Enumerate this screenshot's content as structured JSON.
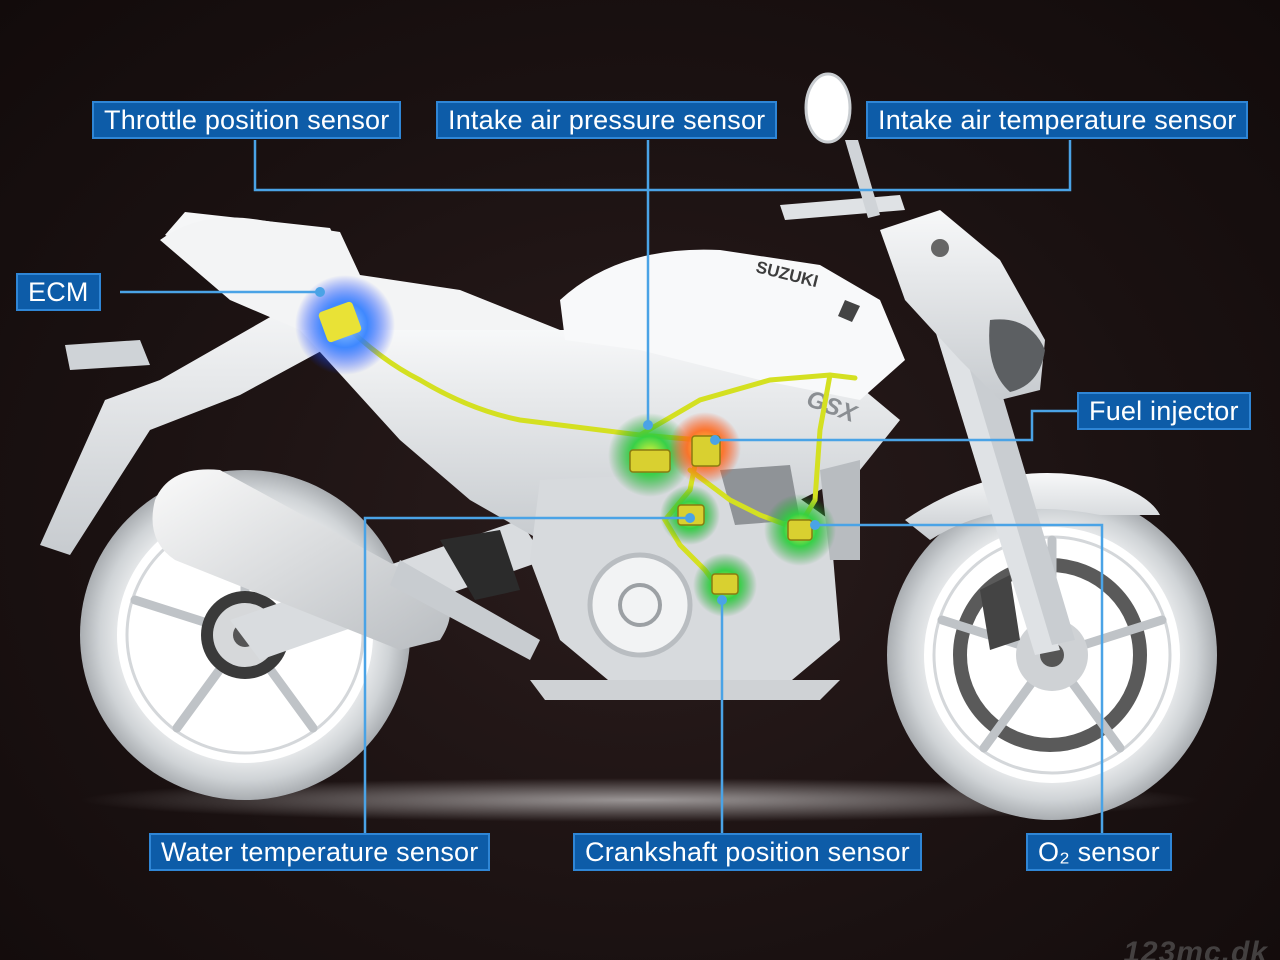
{
  "labels": {
    "throttle_position_sensor": "Throttle position sensor",
    "intake_air_pressure_sensor": "Intake air pressure sensor",
    "intake_air_temperature_sensor": "Intake air temperature sensor",
    "ecm": "ECM",
    "fuel_injector": "Fuel injector",
    "water_temperature_sensor": "Water temperature sensor",
    "crankshaft_position_sensor": "Crankshaft position sensor",
    "o2_sensor": "O₂ sensor"
  },
  "bike": {
    "tank_logo": "SUZUKI",
    "side_badge": "GSX"
  },
  "watermark": "123mc.dk",
  "colors": {
    "background": "#1c1313",
    "label_fill": "#0d5ca8",
    "label_border": "#2f86d6",
    "leader_line": "#4aa3e6",
    "wiring": "#d4e021",
    "sensor_glow": "#22c43a",
    "injector_glow": "#ff6a1a",
    "ecm_glow": "#1d6bff",
    "bike_body": "#e8eaec"
  },
  "icons": {
    "motorcycle": "motorcycle-icon"
  }
}
